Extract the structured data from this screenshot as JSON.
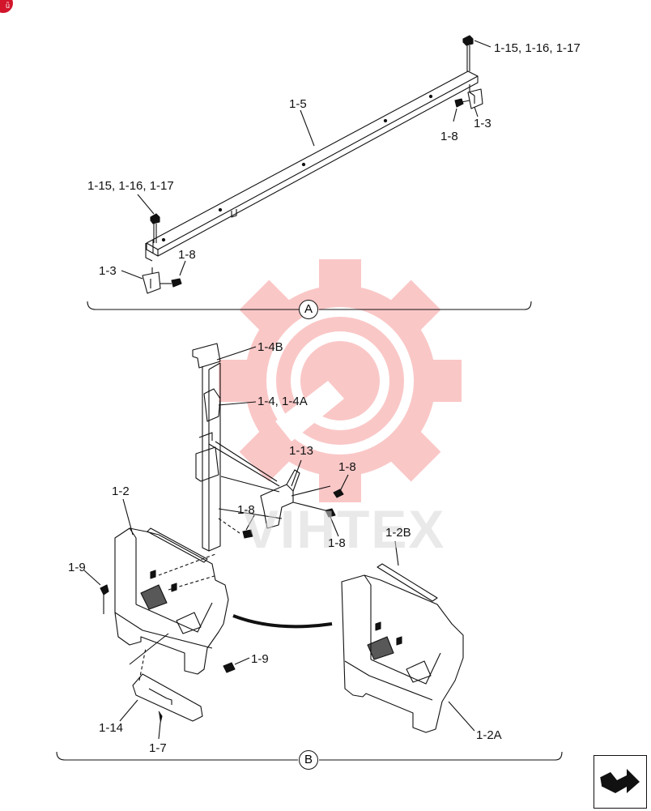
{
  "watermark": {
    "text": "VIHTEX",
    "color": "#f26d6d"
  },
  "badge": {
    "text": "ǖ"
  },
  "views": [
    {
      "id": "A",
      "label": "A"
    },
    {
      "id": "B",
      "label": "B"
    }
  ],
  "callouts": {
    "a_15_16_17_right": "1-15, 1-16, 1-17",
    "a_5": "1-5",
    "a_3_right": "1-3",
    "a_8_right": "1-8",
    "a_15_16_17_left": "1-15, 1-16, 1-17",
    "a_3_left": "1-3",
    "a_8_left": "1-8",
    "b_4b": "1-4B",
    "b_4_4a": "1-4, 1-4A",
    "b_13": "1-13",
    "b_8_top": "1-8",
    "b_8_mid": "1-8",
    "b_8_bottom": "1-8",
    "b_2": "1-2",
    "b_2b": "1-2B",
    "b_9_left": "1-9",
    "b_9_right": "1-9",
    "b_14": "1-14",
    "b_7": "1-7",
    "b_2a": "1-2A"
  },
  "nav": {
    "icon": "return-arrow-icon"
  }
}
